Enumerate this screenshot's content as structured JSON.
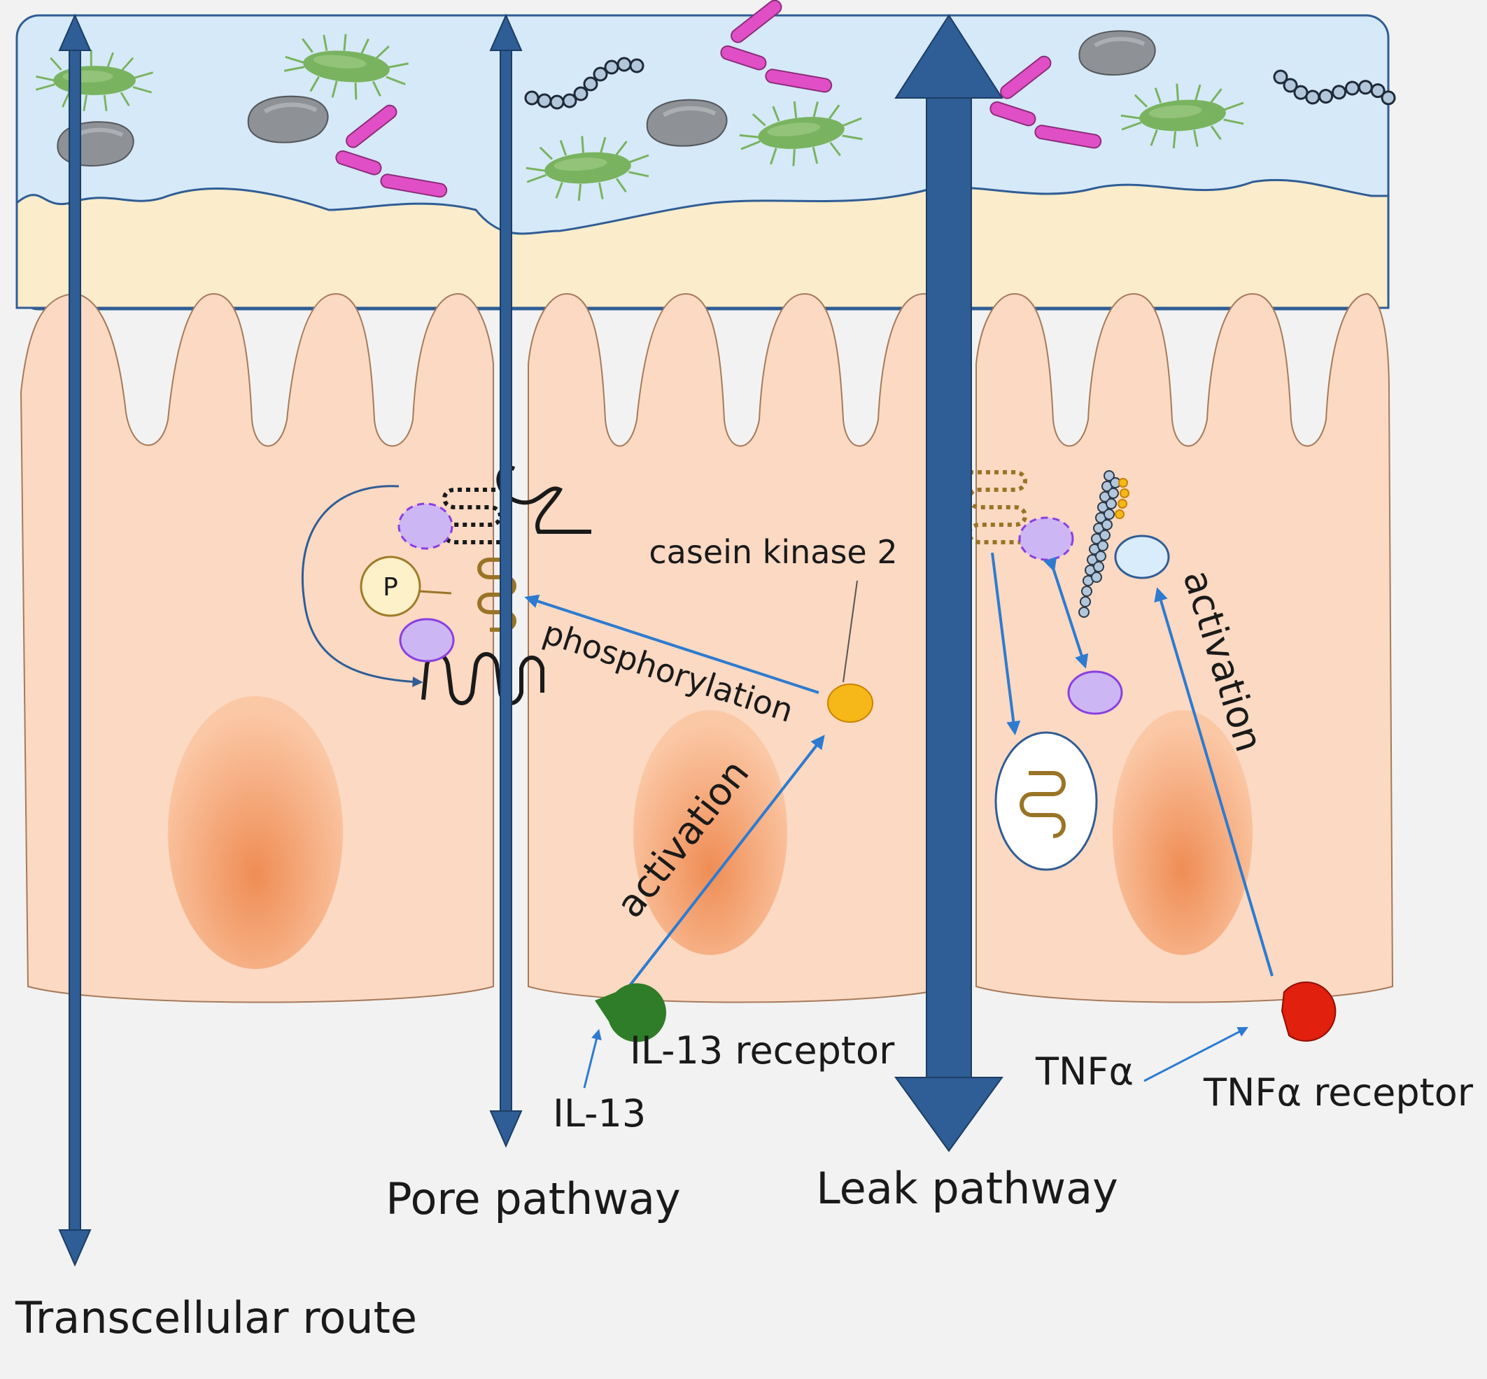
{
  "labels": {
    "transcellular": "Transcellular route",
    "pore": "Pore pathway",
    "leak": "Leak pathway",
    "casein": "casein kinase 2",
    "phosphorylation": "phosphorylation",
    "activation_il13": "activation",
    "activation_tnf": "activation",
    "il13_receptor": "IL-13 receptor",
    "il13": "IL-13",
    "tnfa": "TNFα",
    "tnfa_receptor": "TNFα receptor",
    "p": "P"
  },
  "colors": {
    "lumen": "#d6e9f8",
    "mucus": "#fbeccc",
    "cell": "#fbd9c3",
    "basal": "#f2f2f2",
    "nucleus": "#f4a57c",
    "arrow_big": "#2f5d95",
    "arrow_thin": "#2d7bd0",
    "bacteria_green": "#79b35f",
    "bacteria_grey": "#8e9195",
    "antibody_pink": "#e04fc6",
    "chain_blue": "#b3c7dc",
    "casein_kinase": "#f6b818",
    "il13_receptor": "#2f7d28",
    "tnfa_receptor": "#e1200d",
    "protein_lavender": "#cdb6f4",
    "claudin_brown": "#9a7426"
  },
  "icons": [
    "rod-bacterium",
    "grey-microbe",
    "antibody",
    "bead-chain",
    "claudin",
    "occludin",
    "zo-protein",
    "myosin-filament",
    "nucleus",
    "receptor"
  ]
}
